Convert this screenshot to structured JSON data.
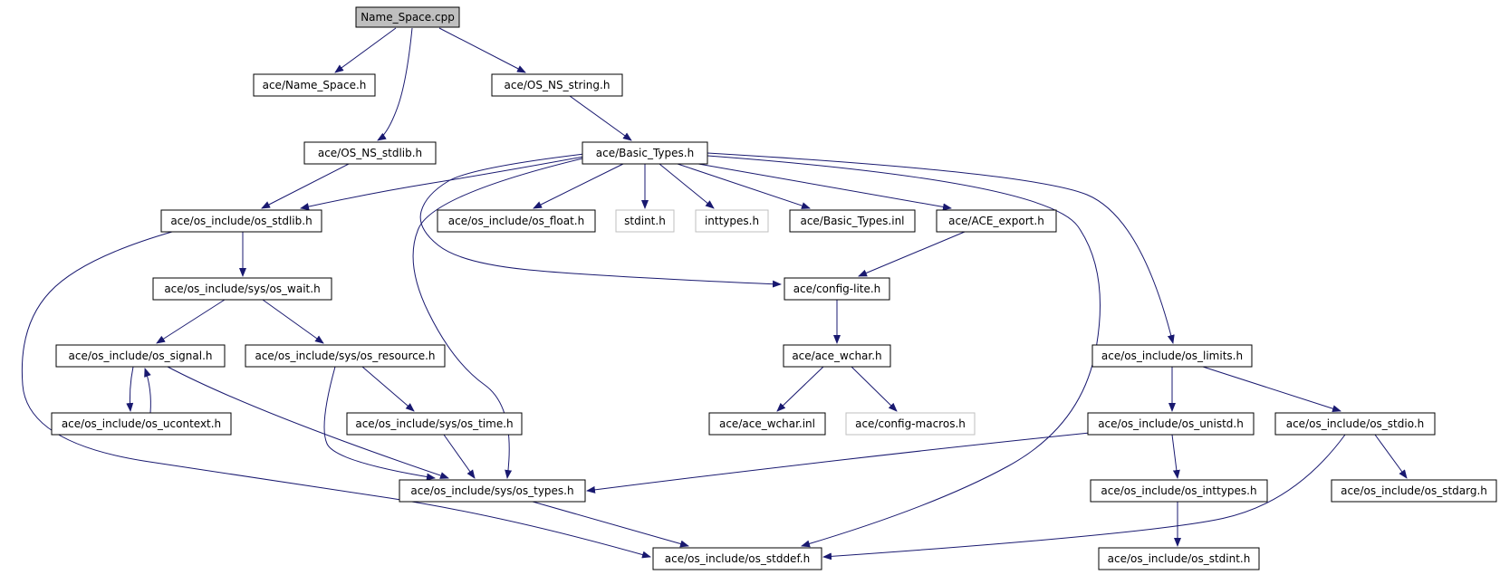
{
  "diagram": {
    "edge_color": "#191970",
    "nodes": [
      {
        "id": "name_space_cpp",
        "label": "Name_Space.cpp",
        "style": "root"
      },
      {
        "id": "ace_name_space_h",
        "label": "ace/Name_Space.h",
        "style": "normal"
      },
      {
        "id": "ace_os_ns_string_h",
        "label": "ace/OS_NS_string.h",
        "style": "normal"
      },
      {
        "id": "ace_os_ns_stdlib_h",
        "label": "ace/OS_NS_stdlib.h",
        "style": "normal"
      },
      {
        "id": "ace_basic_types_h",
        "label": "ace/Basic_Types.h",
        "style": "normal"
      },
      {
        "id": "os_stdlib_h",
        "label": "ace/os_include/os_stdlib.h",
        "style": "normal"
      },
      {
        "id": "os_float_h",
        "label": "ace/os_include/os_float.h",
        "style": "normal"
      },
      {
        "id": "stdint_h",
        "label": "stdint.h",
        "style": "missing"
      },
      {
        "id": "inttypes_h",
        "label": "inttypes.h",
        "style": "missing"
      },
      {
        "id": "basic_types_inl",
        "label": "ace/Basic_Types.inl",
        "style": "normal"
      },
      {
        "id": "ace_export_h",
        "label": "ace/ACE_export.h",
        "style": "normal"
      },
      {
        "id": "sys_os_wait_h",
        "label": "ace/os_include/sys/os_wait.h",
        "style": "normal"
      },
      {
        "id": "config_lite_h",
        "label": "ace/config-lite.h",
        "style": "normal"
      },
      {
        "id": "os_signal_h",
        "label": "ace/os_include/os_signal.h",
        "style": "normal"
      },
      {
        "id": "sys_os_resource_h",
        "label": "ace/os_include/sys/os_resource.h",
        "style": "normal"
      },
      {
        "id": "ace_wchar_h",
        "label": "ace/ace_wchar.h",
        "style": "normal"
      },
      {
        "id": "os_limits_h",
        "label": "ace/os_include/os_limits.h",
        "style": "normal"
      },
      {
        "id": "os_ucontext_h",
        "label": "ace/os_include/os_ucontext.h",
        "style": "normal"
      },
      {
        "id": "sys_os_time_h",
        "label": "ace/os_include/sys/os_time.h",
        "style": "normal"
      },
      {
        "id": "ace_wchar_inl",
        "label": "ace/ace_wchar.inl",
        "style": "normal"
      },
      {
        "id": "config_macros_h",
        "label": "ace/config-macros.h",
        "style": "missing"
      },
      {
        "id": "os_unistd_h",
        "label": "ace/os_include/os_unistd.h",
        "style": "normal"
      },
      {
        "id": "os_stdio_h",
        "label": "ace/os_include/os_stdio.h",
        "style": "normal"
      },
      {
        "id": "sys_os_types_h",
        "label": "ace/os_include/sys/os_types.h",
        "style": "normal"
      },
      {
        "id": "os_inttypes_h",
        "label": "ace/os_include/os_inttypes.h",
        "style": "normal"
      },
      {
        "id": "os_stdarg_h",
        "label": "ace/os_include/os_stdarg.h",
        "style": "normal"
      },
      {
        "id": "os_stddef_h",
        "label": "ace/os_include/os_stddef.h",
        "style": "normal"
      },
      {
        "id": "os_stdint_h",
        "label": "ace/os_include/os_stdint.h",
        "style": "normal"
      }
    ],
    "edges": [
      {
        "from": "name_space_cpp",
        "to": "ace_name_space_h"
      },
      {
        "from": "name_space_cpp",
        "to": "ace_os_ns_stdlib_h"
      },
      {
        "from": "name_space_cpp",
        "to": "ace_os_ns_string_h"
      },
      {
        "from": "ace_os_ns_string_h",
        "to": "ace_basic_types_h"
      },
      {
        "from": "ace_os_ns_stdlib_h",
        "to": "os_stdlib_h"
      },
      {
        "from": "ace_basic_types_h",
        "to": "os_stdlib_h"
      },
      {
        "from": "ace_basic_types_h",
        "to": "os_float_h"
      },
      {
        "from": "ace_basic_types_h",
        "to": "stdint_h"
      },
      {
        "from": "ace_basic_types_h",
        "to": "inttypes_h"
      },
      {
        "from": "ace_basic_types_h",
        "to": "basic_types_inl"
      },
      {
        "from": "ace_basic_types_h",
        "to": "ace_export_h"
      },
      {
        "from": "ace_basic_types_h",
        "to": "config_lite_h"
      },
      {
        "from": "ace_basic_types_h",
        "to": "sys_os_types_h"
      },
      {
        "from": "ace_basic_types_h",
        "to": "os_stddef_h"
      },
      {
        "from": "ace_basic_types_h",
        "to": "os_limits_h"
      },
      {
        "from": "ace_export_h",
        "to": "config_lite_h"
      },
      {
        "from": "os_stdlib_h",
        "to": "sys_os_wait_h"
      },
      {
        "from": "os_stdlib_h",
        "to": "os_stddef_h"
      },
      {
        "from": "sys_os_wait_h",
        "to": "os_signal_h"
      },
      {
        "from": "sys_os_wait_h",
        "to": "sys_os_resource_h"
      },
      {
        "from": "config_lite_h",
        "to": "ace_wchar_h"
      },
      {
        "from": "ace_wchar_h",
        "to": "ace_wchar_inl"
      },
      {
        "from": "ace_wchar_h",
        "to": "config_macros_h"
      },
      {
        "from": "os_signal_h",
        "to": "os_ucontext_h"
      },
      {
        "from": "os_ucontext_h",
        "to": "os_signal_h"
      },
      {
        "from": "os_signal_h",
        "to": "sys_os_types_h"
      },
      {
        "from": "sys_os_resource_h",
        "to": "sys_os_time_h"
      },
      {
        "from": "sys_os_resource_h",
        "to": "sys_os_types_h"
      },
      {
        "from": "sys_os_time_h",
        "to": "sys_os_types_h"
      },
      {
        "from": "sys_os_types_h",
        "to": "os_stddef_h"
      },
      {
        "from": "os_limits_h",
        "to": "os_unistd_h"
      },
      {
        "from": "os_limits_h",
        "to": "os_stdio_h"
      },
      {
        "from": "os_unistd_h",
        "to": "sys_os_types_h"
      },
      {
        "from": "os_unistd_h",
        "to": "os_inttypes_h"
      },
      {
        "from": "os_inttypes_h",
        "to": "os_stdint_h"
      },
      {
        "from": "os_stdio_h",
        "to": "os_stdarg_h"
      },
      {
        "from": "os_stdio_h",
        "to": "os_stddef_h"
      }
    ]
  }
}
